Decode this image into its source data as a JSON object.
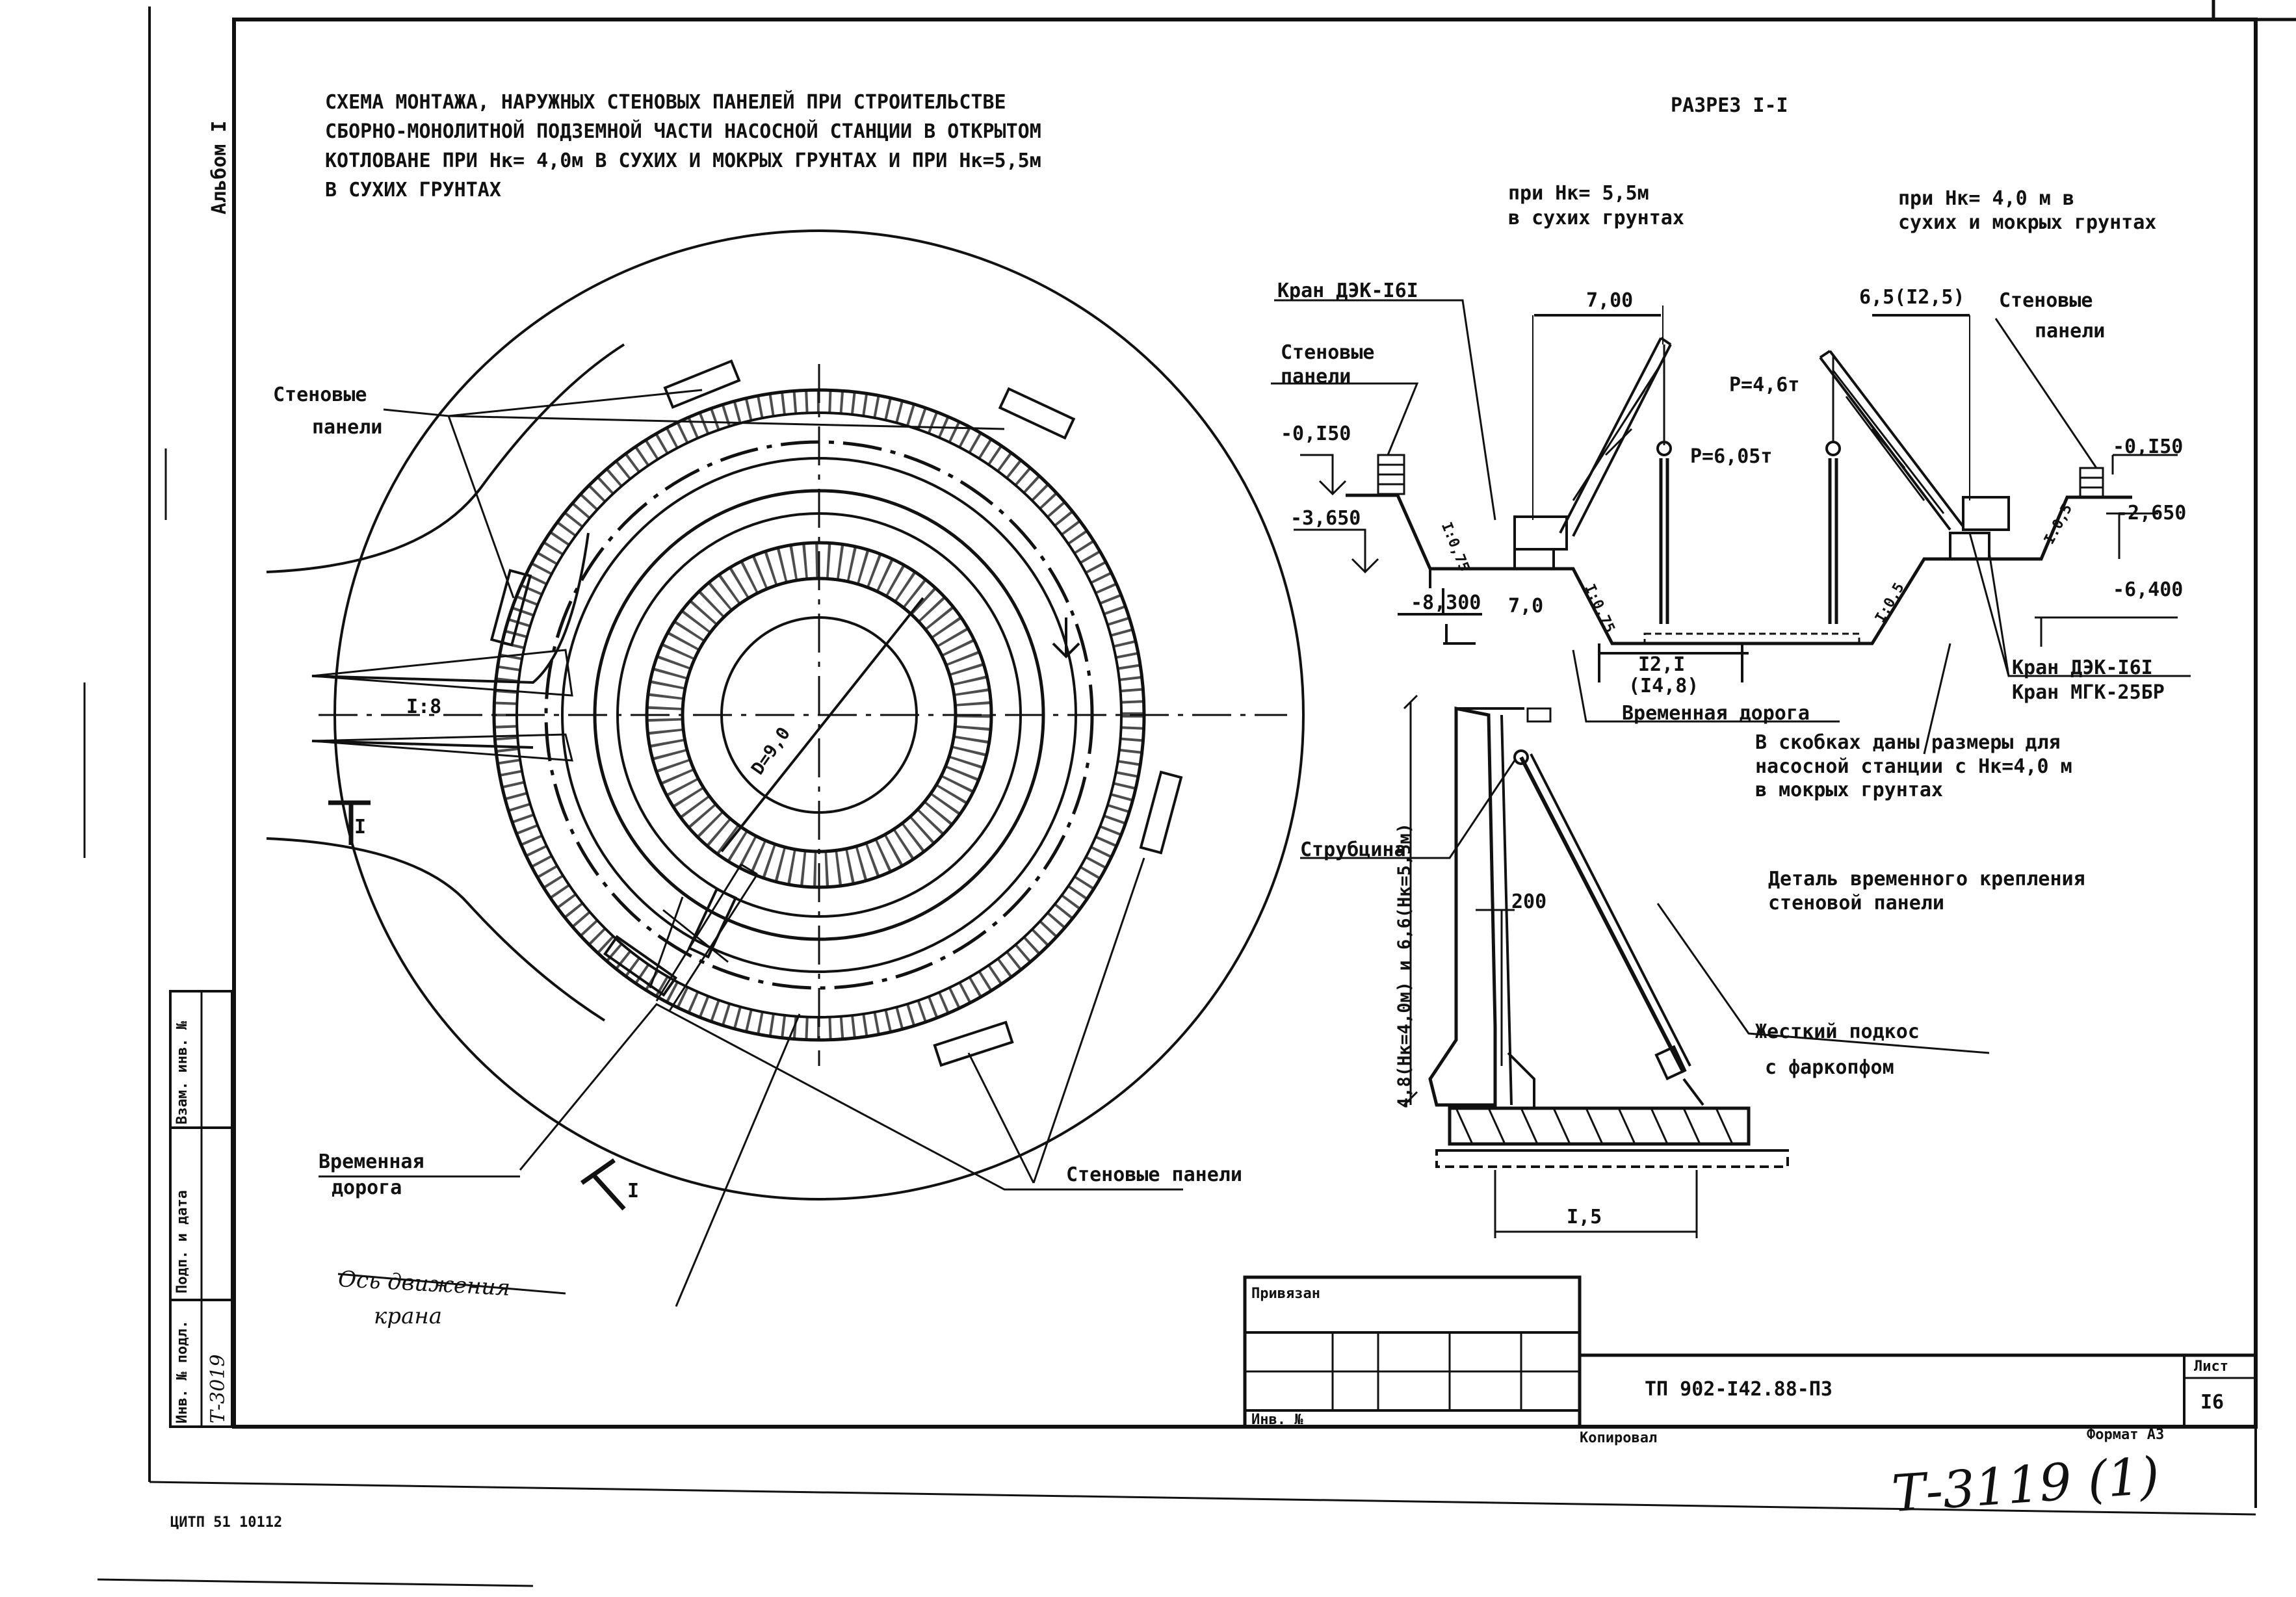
{
  "title": {
    "line1": "СХЕМА МОНТАЖА, НАРУЖНЫХ СТЕНОВЫХ ПАНЕЛЕЙ ПРИ СТРОИТЕЛЬСТВЕ",
    "line2": "СБОРНО-МОНОЛИТНОЙ ПОДЗЕМНОЙ ЧАСТИ НАСОСНОЙ СТАНЦИИ В ОТКРЫТОМ",
    "line3": "КОТЛОВАНЕ ПРИ Нк= 4,0м  В СУХИХ И МОКРЫХ ГРУНТАХ И ПРИ Нк=5,5м",
    "line4": "В СУХИХ ГРУНТАХ"
  },
  "side_label": "Альбом I",
  "plan": {
    "wall_panels_top": "Стеновые",
    "wall_panels_top2": "панели",
    "slope": "I:8",
    "section_mark_left": "I",
    "section_mark_right": "I",
    "diameter": "D=9,0",
    "temp_road_1": "Временная",
    "temp_road_2": "дорога",
    "wall_panels_bottom": "Стеновые панели",
    "crane_axis_1": "Ось движения",
    "crane_axis_2": "крана"
  },
  "section": {
    "title": "РАЗРЕЗ I-I",
    "left_note_1": "при Нк= 5,5м",
    "left_note_2": "в сухих грунтах",
    "right_note_1": "при Нк= 4,0 м в",
    "right_note_2": "сухих и мокрых грунтах",
    "crane_left": "Кран ДЭК-I6I",
    "panels_left_1": "Стеновые",
    "panels_left_2": "панели",
    "dim_700": "7,00",
    "dim_65": "6,5(I2,5)",
    "panels_right_1": "Стеновые",
    "panels_right_2": "панели",
    "load_46": "Р=4,6т",
    "load_605": "Р=6,05т",
    "el_m0150_l": "-0,I50",
    "el_m3650": "-3,650",
    "el_m8300": "-8,300",
    "dim_70": "7,0",
    "el_m0150_r": "-0,I50",
    "el_m2650": "-2,650",
    "el_m6400": "-6,400",
    "slope_1": "I:0,75",
    "slope_2": "I:0,75",
    "slope_3": "I:0,5",
    "slope_4": "I:0,5",
    "dim_121": "I2,I",
    "dim_148": "(I4,8)",
    "temp_road": "Временная дорога",
    "crane_r1": "Кран ДЭК-I6I",
    "crane_r2": "Кран МГК-25БР",
    "note_1": "В скобках даны размеры для",
    "note_2": "насосной станции с Нк=4,0 м",
    "note_3": "в мокрых грунтах"
  },
  "detail": {
    "title_1": "Деталь временного крепления",
    "title_2": "стеновой панели",
    "clamp": "Струбцина",
    "dim_200": "200",
    "dim_vert": "4,8(Нк=4,0м) и 6,6(Нк=5,5м)",
    "strut_1": "Жесткий подкос",
    "strut_2": "с фаркопфом",
    "dim_15": "I,5"
  },
  "stamp": {
    "approved": "Привязан",
    "inv_no": "Инв. №",
    "code": "ТП 902-I42.88-ПЗ",
    "sheet_label": "Лист",
    "sheet_no": "I6",
    "copied": "Копировал",
    "format": "Формат А3"
  },
  "margin": {
    "col1": "Инв. № подл.",
    "col1_val": "Т-3019",
    "col2": "Подп. и дата",
    "col3": "Взам. инв. №"
  },
  "footer_left": "ЦИТП  51  10112",
  "handwritten_code": "Т-3119 (1)"
}
